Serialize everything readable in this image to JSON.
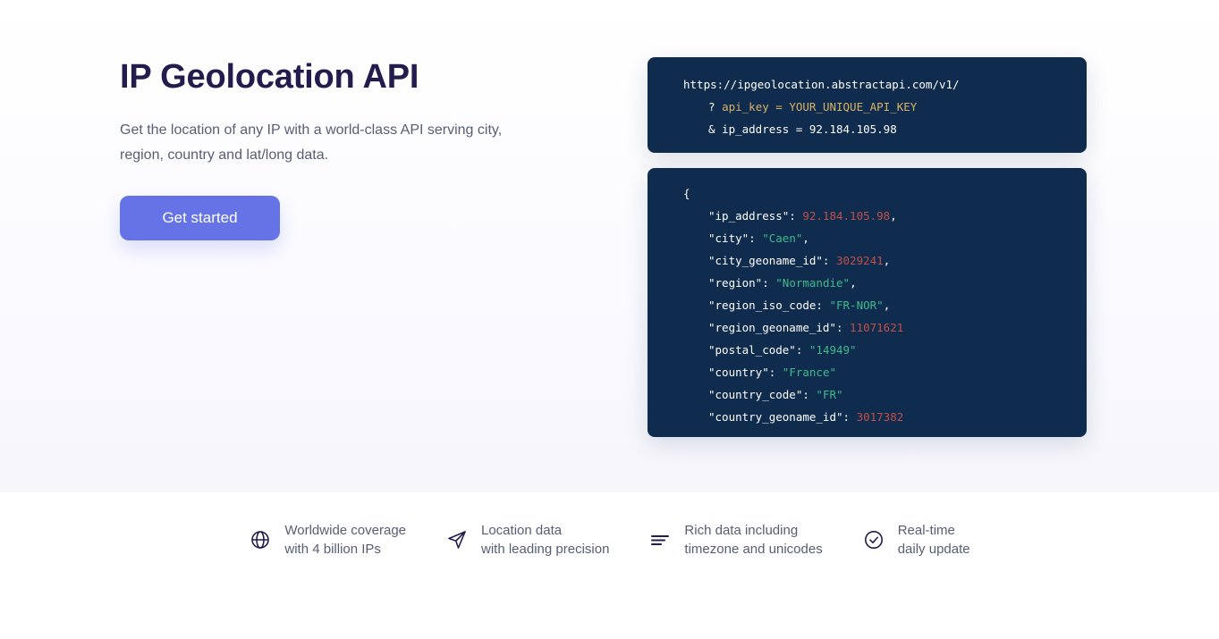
{
  "hero": {
    "title": "IP Geolocation API",
    "subtitle": "Get the location of any IP with a world-class API serving city, region, country and lat/long data.",
    "cta_label": "Get started"
  },
  "request_panel": {
    "icon": "code-block",
    "lines": [
      {
        "indent": 0,
        "parts": [
          {
            "text": "https://ipgeolocation.abstractapi.com/v1/",
            "color": "white"
          }
        ]
      },
      {
        "indent": 1,
        "parts": [
          {
            "text": "? ",
            "color": "white"
          },
          {
            "text": "api_key = YOUR_UNIQUE_API_KEY",
            "color": "amber"
          }
        ]
      },
      {
        "indent": 1,
        "parts": [
          {
            "text": "& ip_address = 92.184.105.98",
            "color": "white"
          }
        ]
      }
    ]
  },
  "response_panel": {
    "icon": "json-block",
    "lines": [
      {
        "indent": 0,
        "parts": [
          {
            "text": "{",
            "color": "white"
          }
        ]
      },
      {
        "indent": 1,
        "parts": [
          {
            "text": "\"ip_address\": ",
            "color": "white"
          },
          {
            "text": "92.184.105.98",
            "color": "red"
          },
          {
            "text": ",",
            "color": "white"
          }
        ]
      },
      {
        "indent": 1,
        "parts": [
          {
            "text": "\"city\": ",
            "color": "white"
          },
          {
            "text": "\"Caen\"",
            "color": "green"
          },
          {
            "text": ",",
            "color": "white"
          }
        ]
      },
      {
        "indent": 1,
        "parts": [
          {
            "text": "\"city_geoname_id\": ",
            "color": "white"
          },
          {
            "text": "3029241",
            "color": "red"
          },
          {
            "text": ",",
            "color": "white"
          }
        ]
      },
      {
        "indent": 1,
        "parts": [
          {
            "text": "\"region\": ",
            "color": "white"
          },
          {
            "text": "\"Normandie\"",
            "color": "green"
          },
          {
            "text": ",",
            "color": "white"
          }
        ]
      },
      {
        "indent": 1,
        "parts": [
          {
            "text": "\"region_iso_code: ",
            "color": "white"
          },
          {
            "text": "\"FR-NOR\"",
            "color": "green"
          },
          {
            "text": ",",
            "color": "white"
          }
        ]
      },
      {
        "indent": 1,
        "parts": [
          {
            "text": "\"region_geoname_id\": ",
            "color": "white"
          },
          {
            "text": "11071621",
            "color": "red"
          }
        ]
      },
      {
        "indent": 1,
        "parts": [
          {
            "text": "\"postal_code\": ",
            "color": "white"
          },
          {
            "text": "\"14949\"",
            "color": "green"
          }
        ]
      },
      {
        "indent": 1,
        "parts": [
          {
            "text": "\"country\": ",
            "color": "white"
          },
          {
            "text": "\"France\"",
            "color": "green"
          }
        ]
      },
      {
        "indent": 1,
        "parts": [
          {
            "text": "\"country_code\": ",
            "color": "white"
          },
          {
            "text": "\"FR\"",
            "color": "green"
          }
        ]
      },
      {
        "indent": 1,
        "parts": [
          {
            "text": "\"country_geoname_id\": ",
            "color": "white"
          },
          {
            "text": "3017382",
            "color": "red"
          }
        ]
      }
    ]
  },
  "features": [
    {
      "icon": "globe-icon",
      "line1": "Worldwide coverage",
      "line2": "with 4 billion IPs"
    },
    {
      "icon": "send-arrow-icon",
      "line1": "Location data",
      "line2": "with leading precision"
    },
    {
      "icon": "list-lines-icon",
      "line1": "Rich data including",
      "line2": "timezone and unicodes"
    },
    {
      "icon": "check-circle-icon",
      "line1": "Real-time",
      "line2": "daily update"
    }
  ],
  "colors": {
    "accent": "#6573e6",
    "title": "#231c4d",
    "body_text": "#585d76",
    "code_bg": "#0f2b4e",
    "token_string": "#3fba8c",
    "token_number": "#c0504a",
    "token_amber": "#d8b367",
    "page_bg": "#ffffff",
    "band_bg": "#f5f5fa"
  }
}
